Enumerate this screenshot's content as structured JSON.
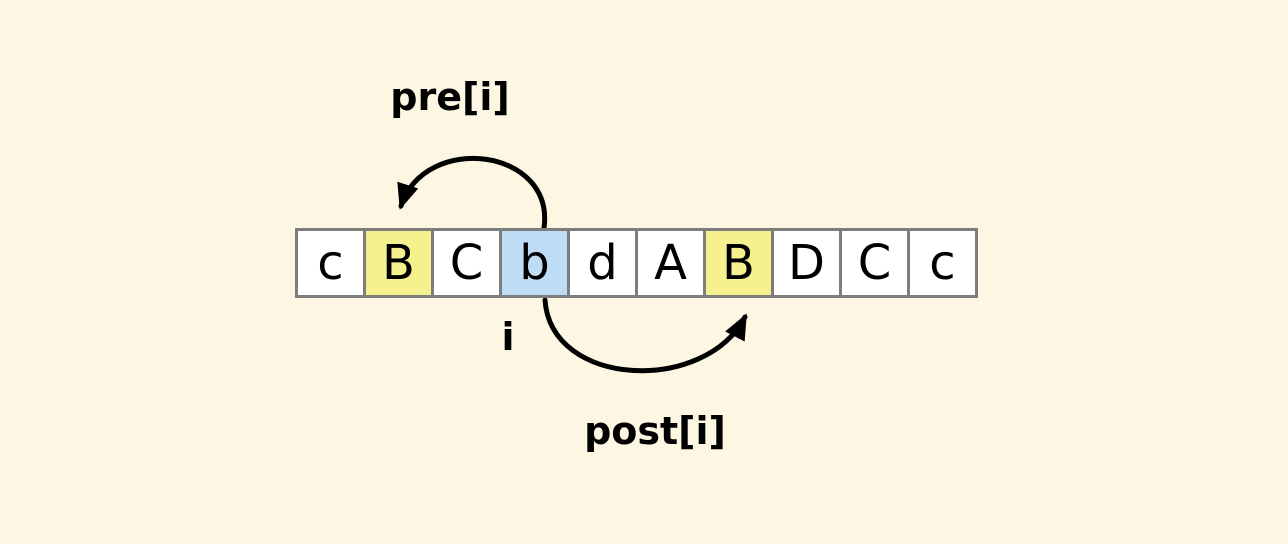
{
  "array": {
    "cells": [
      {
        "char": "c",
        "highlight": "none"
      },
      {
        "char": "B",
        "highlight": "yellow"
      },
      {
        "char": "C",
        "highlight": "none"
      },
      {
        "char": "b",
        "highlight": "blue"
      },
      {
        "char": "d",
        "highlight": "none"
      },
      {
        "char": "A",
        "highlight": "none"
      },
      {
        "char": "B",
        "highlight": "yellow"
      },
      {
        "char": "D",
        "highlight": "none"
      },
      {
        "char": "C",
        "highlight": "none"
      },
      {
        "char": "c",
        "highlight": "none"
      }
    ]
  },
  "labels": {
    "pre": "pre[i]",
    "post": "post[i]",
    "index": "i"
  },
  "colors": {
    "background": "#FCF6E2",
    "cell_background": "#FFFFFF",
    "cell_border": "#7D7D7D",
    "highlight_yellow": "#F5F18F",
    "highlight_blue": "#BEDCF3",
    "arrow": "#000000",
    "text": "#000000"
  }
}
